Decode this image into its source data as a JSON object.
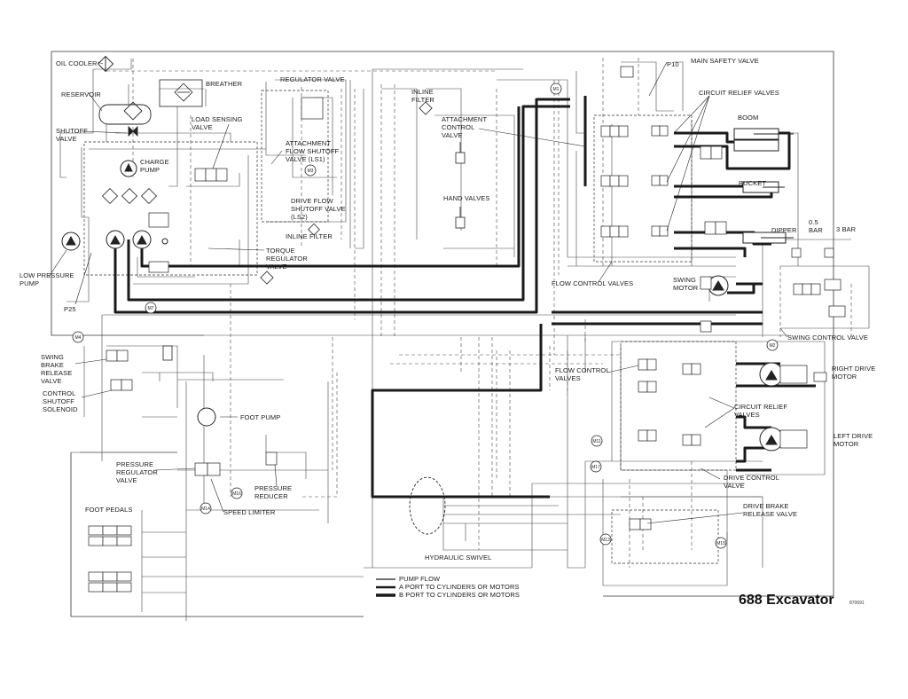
{
  "title": "688 Excavator",
  "drawing_code": "870691",
  "components": {
    "oil_cooler": "OIL COOLER",
    "reservoir": "RESERVOIR",
    "shutoff_valve": "SHUTOFF\nVALVE",
    "breather": "BREATHER",
    "regulator_valve": "REGULATOR VALVE",
    "inline_filter_top": "INLINE\nFILTER",
    "p10": "P10",
    "main_safety_valve": "MAIN SAFETY VALVE",
    "circuit_relief_top": "CIRCUIT RELIEF VALVES",
    "load_sensing_valve": "LOAD SENSING\nVALVE",
    "attachment_flow_shutoff": "ATTACHMENT\nFLOW SHUTOFF\nVALVE (LS1)",
    "attachment_control_valve": "ATTACHMENT\nCONTROL\nVALVE",
    "boom": "BOOM",
    "charge_pump": "CHARGE\nPUMP",
    "drive_flow_shutoff": "DRIVE FLOW\nSHUTOFF VALVE\n(LS2)",
    "hand_valves": "HAND VALVES",
    "bucket": "BUCKET",
    "inline_filter_mid": "INLINE FILTER",
    "dipper": "DIPPER",
    "half_bar": "0.5\nBAR",
    "three_bar": "3 BAR",
    "torque_regulator": "TORQUE\nREGULATOR\nVALVE",
    "low_pressure_pump": "LOW PRESSURE\nPUMP",
    "p25": "P25",
    "flow_control_top": "FLOW CONTROL VALVES",
    "swing_motor": "SWING\nMOTOR",
    "swing_control_valve": "SWING CONTROL VALVE",
    "swing_brake_release": "SWING\nBRAKE\nRELEASE\nVALVE",
    "flow_control_lower": "FLOW CONTROL\nVALVES",
    "right_drive_motor": "RIGHT DRIVE\nMOTOR",
    "control_shutoff": "CONTROL\nSHUTOFF\nSOLENOID",
    "circuit_relief_lower": "CIRCUIT RELIEF\nVALVES",
    "foot_pump": "FOOT PUMP",
    "left_drive_motor": "LEFT DRIVE\nMOTOR",
    "pressure_regulator": "PRESSURE\nREGULATOR\nVALVE",
    "pressure_reducer": "PRESSURE\nREDUCER",
    "drive_control_valve": "DRIVE CONTROL\nVALVE",
    "speed_limiter": "SPEED LIMITER",
    "drive_brake_release": "DRIVE BRAKE\nRELEASE VALVE",
    "foot_pedals": "FOOT PEDALS",
    "hydraulic_swivel": "HYDRAULIC SWIVEL"
  },
  "test_points": [
    "M1",
    "M2",
    "M3",
    "M4",
    "M7",
    "M11",
    "M13",
    "M14",
    "M15",
    "M16",
    "M17"
  ],
  "legend": [
    {
      "label": "PUMP FLOW",
      "weight": "thin"
    },
    {
      "label": "A PORT TO CYLINDERS OR MOTORS",
      "weight": "medium"
    },
    {
      "label": "B PORT TO CYLINDERS OR MOTORS",
      "weight": "thick"
    }
  ]
}
